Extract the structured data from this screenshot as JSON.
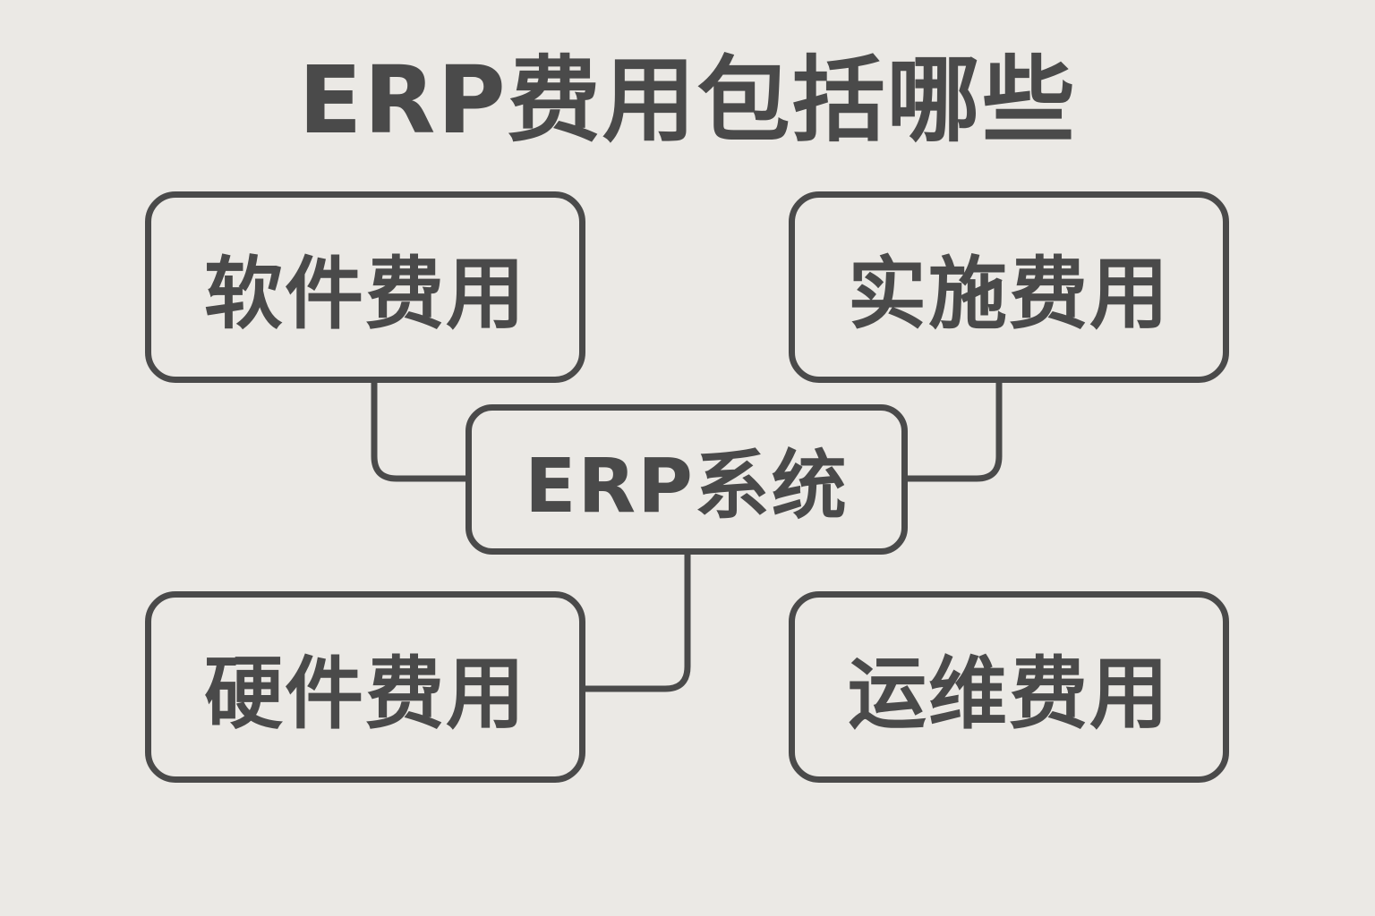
{
  "title": "ERP费用包括哪些",
  "center_node": {
    "label": "ERP系统"
  },
  "nodes": [
    {
      "id": "software",
      "label": "软件费用"
    },
    {
      "id": "implementation",
      "label": "实施费用"
    },
    {
      "id": "hardware",
      "label": "硬件费用"
    },
    {
      "id": "maintenance",
      "label": "运维费用"
    }
  ],
  "colors": {
    "background": "#ebe9e5",
    "stroke": "#4a4a4a",
    "text": "#4a4a4a"
  }
}
